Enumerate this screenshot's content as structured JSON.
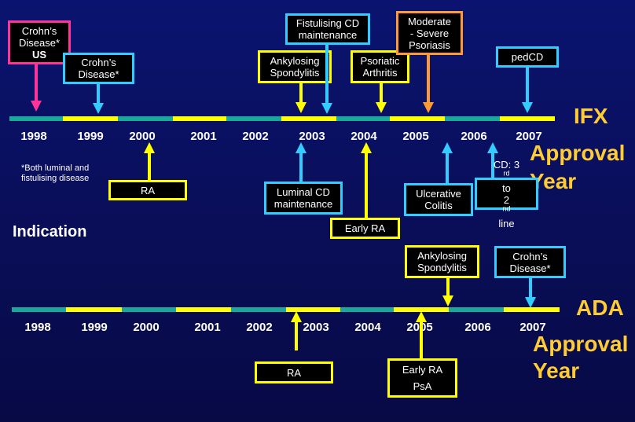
{
  "colors": {
    "yellow": "#ffff00",
    "teal": "#1aa89a",
    "cyan": "#33ccff",
    "pink": "#ff3399",
    "orange": "#ff9933",
    "gold": "#ffcc33"
  },
  "ifx": {
    "years": [
      "1998",
      "1999",
      "2000",
      "2001",
      "2002",
      "2003",
      "2004",
      "2005",
      "2006",
      "2007"
    ],
    "label_line1": "IFX",
    "label_line2": "Approval",
    "label_line3": "Year",
    "note_line1": "*Both luminal and",
    "note_line2": "fistulising disease",
    "above": {
      "crohns_us": [
        "Crohn’s",
        "Disease*",
        "US"
      ],
      "crohns": [
        "Crohn’s",
        "Disease*"
      ],
      "ankylosing": [
        "Ankylosing",
        "Spondylitis"
      ],
      "fistulising": [
        "Fistulising CD",
        "maintenance"
      ],
      "psoriatic": [
        "Psoriatic",
        "Arthritis"
      ],
      "psoriasis": [
        "Moderate",
        "- Severe",
        "Psoriasis"
      ],
      "pedcd": [
        "pedCD"
      ]
    },
    "below": {
      "ra": "RA",
      "luminal": [
        "Luminal CD",
        "maintenance"
      ],
      "early_ra": "Early RA",
      "uc": [
        "Ulcerative",
        "Colitis"
      ],
      "cd_line_a": "CD: 3",
      "cd_line_sup1": "rd",
      "cd_line_b": " to",
      "cd_line_c": "2",
      "cd_line_sup2": "nd",
      "cd_line_d": " line"
    }
  },
  "indication": "Indication",
  "ada": {
    "years": [
      "1998",
      "1999",
      "2000",
      "2001",
      "2002",
      "2003",
      "2004",
      "2005",
      "2006",
      "2007"
    ],
    "label_line1": "ADA",
    "label_line2": "Approval",
    "label_line3": "Year",
    "above": {
      "ankylosing": [
        "Ankylosing",
        "Spondylitis"
      ],
      "crohns": [
        "Crohn’s",
        "Disease*"
      ]
    },
    "below": {
      "ra": "RA",
      "early_ra_psa": [
        "Early RA",
        "PsA"
      ]
    }
  }
}
